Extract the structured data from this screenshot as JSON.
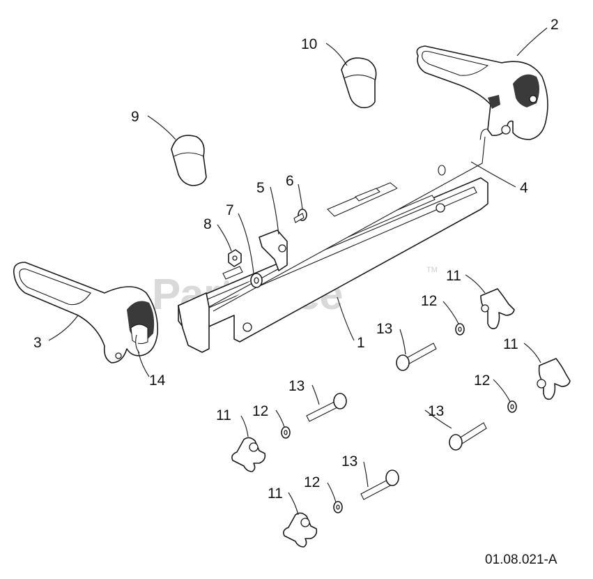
{
  "diagram": {
    "watermark": "PartsTree",
    "watermark_tm": "TM",
    "doc_ref": "01.08.021-A",
    "callouts": {
      "c1": "1",
      "c2": "2",
      "c3": "3",
      "c4": "4",
      "c5": "5",
      "c6": "6",
      "c7": "7",
      "c8": "8",
      "c9": "9",
      "c10": "10",
      "c14": "14",
      "c11a": "11",
      "c11b": "11",
      "c11c": "11",
      "c11d": "11",
      "c12a": "12",
      "c12b": "12",
      "c12c": "12",
      "c12d": "12",
      "c13a": "13",
      "c13b": "13",
      "c13c": "13",
      "c13d": "13"
    }
  }
}
